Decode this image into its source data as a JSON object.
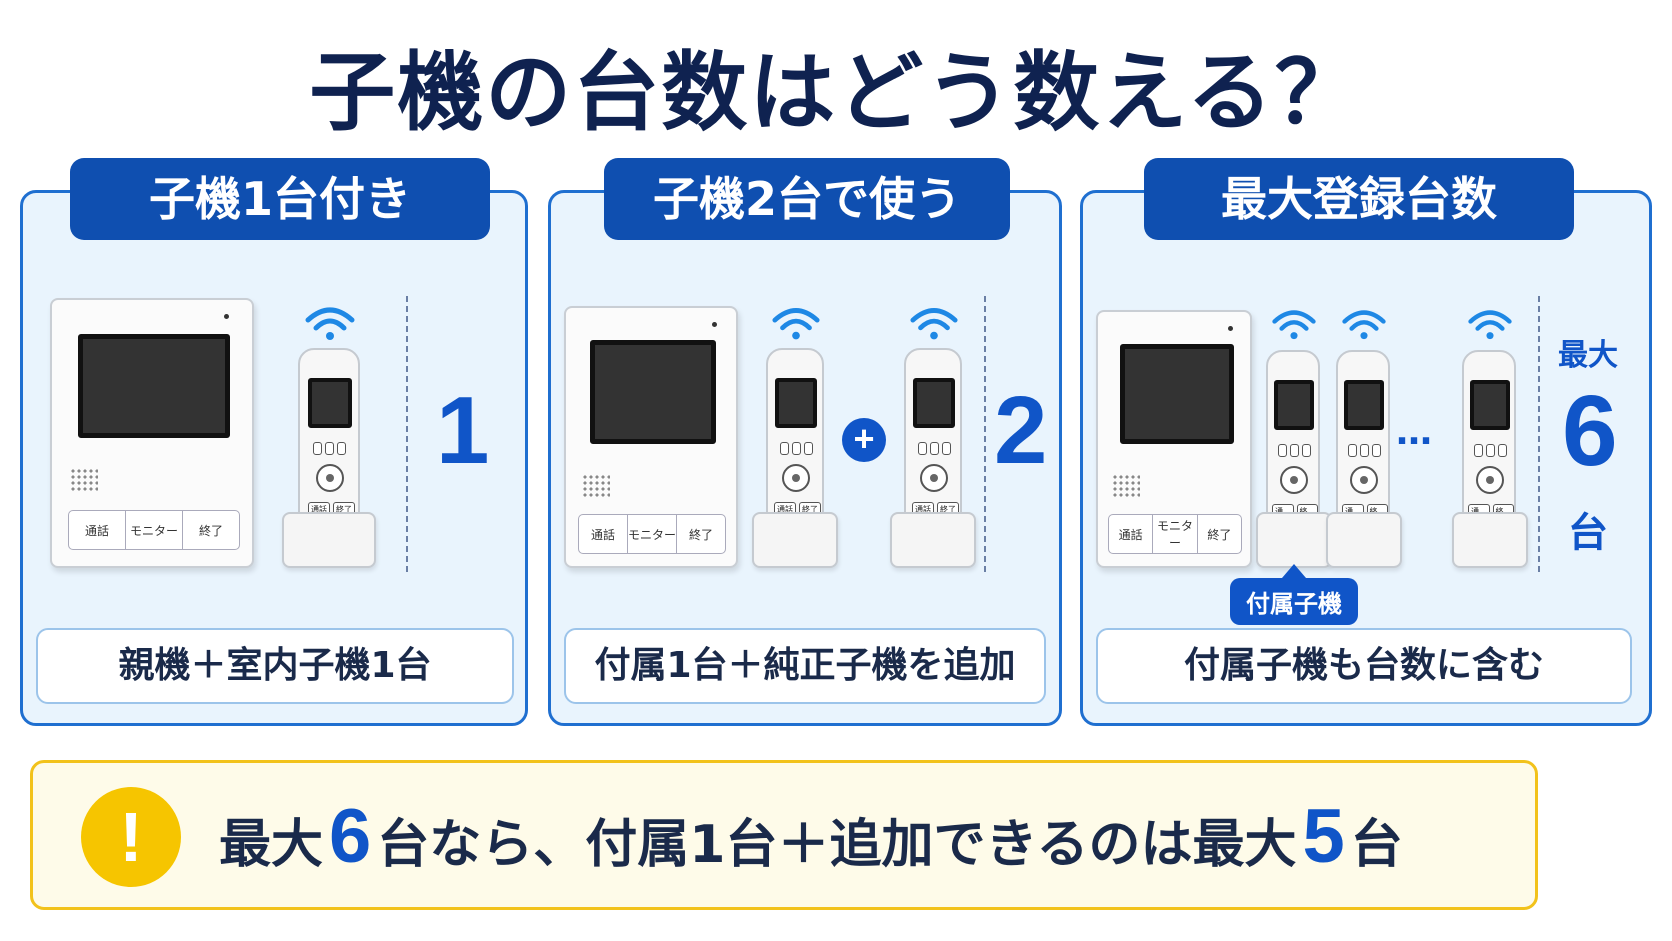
{
  "title": "子機の台数はどう数える？",
  "panels": [
    {
      "heading": "子機1台付き",
      "caption": "親機＋室内子機1台",
      "count": "1"
    },
    {
      "heading": "子機2台で使う",
      "caption": "付属1台＋純正子機を追加",
      "count": "2",
      "plus": "+"
    },
    {
      "heading": "最大登録台数",
      "caption": "付属子機も台数に含む",
      "dots": "…",
      "max_label": "最大",
      "max_count": "6",
      "max_unit": "台",
      "accessory_tag": "付属子機"
    }
  ],
  "monitor_buttons": [
    "通話",
    "モニター",
    "終了"
  ],
  "handset_keys": [
    "通話",
    "終了"
  ],
  "notice": {
    "icon": "!",
    "part1": "最大",
    "num1": "6",
    "part2": "台なら、付属1台＋追加できるのは",
    "part3": "最大",
    "num2": "5",
    "part4": "台"
  },
  "colors": {
    "brand_blue": "#0f4fb0",
    "accent_blue": "#1055c8",
    "panel_bg": "#e9f4fd",
    "warning_yellow": "#f6c500"
  }
}
